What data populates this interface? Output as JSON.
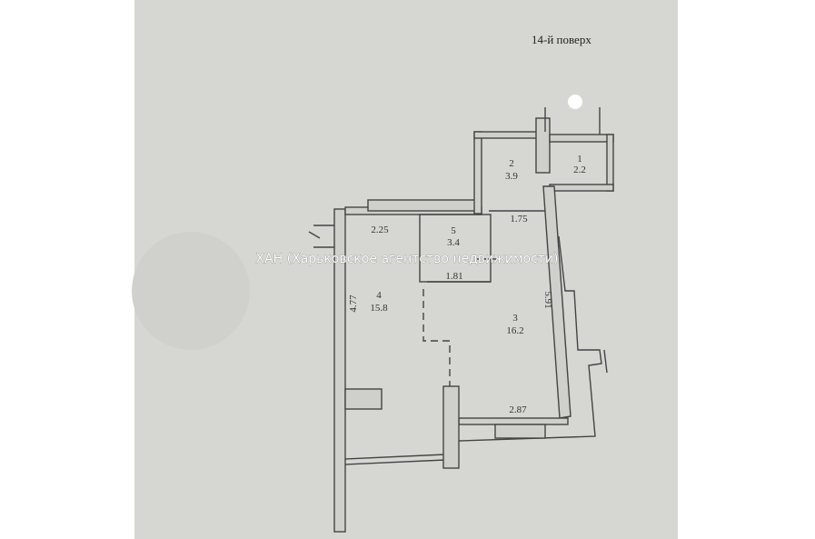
{
  "floor_label": "14-й поверх",
  "watermark": "ХАН (Харьковское агентство недвижимости)",
  "rooms": [
    {
      "number": "1",
      "area": "2.2"
    },
    {
      "number": "2",
      "area": "3.9"
    },
    {
      "number": "3",
      "area": "16.2"
    },
    {
      "number": "4",
      "area": "15.8"
    },
    {
      "number": "5",
      "area": "3.4"
    }
  ],
  "dimensions": {
    "d1": "1.75",
    "d2": "2.25",
    "d3": "1.81",
    "d4": "4.77",
    "d5": "5.91",
    "d6": "2.87"
  },
  "colors": {
    "paper": "#d6d6d3",
    "lines": "#444444"
  }
}
